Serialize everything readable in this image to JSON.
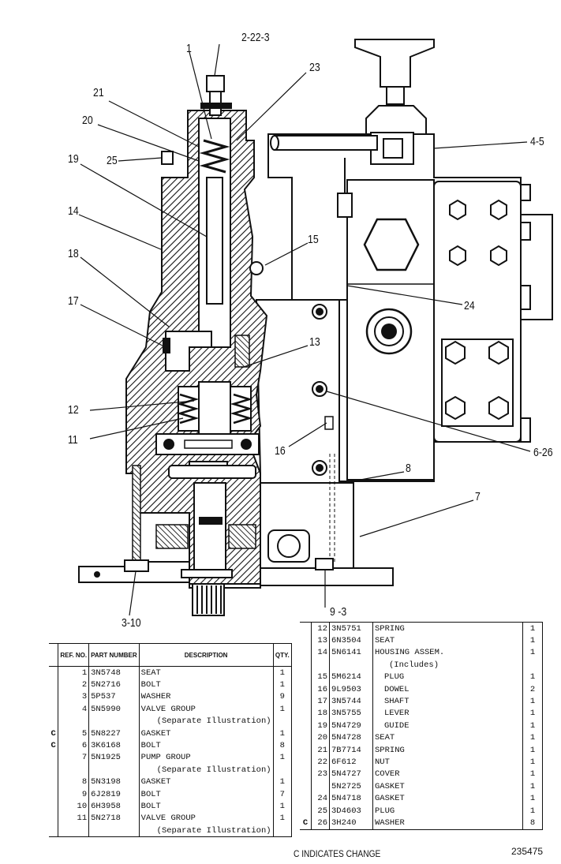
{
  "callouts": {
    "c_2_22_3": "2-22-3",
    "c_1": "1",
    "c_23": "23",
    "c_21": "21",
    "c_20": "20",
    "c_25": "25",
    "c_19": "19",
    "c_4_5": "4-5",
    "c_14": "14",
    "c_15": "15",
    "c_18": "18",
    "c_24": "24",
    "c_17": "17",
    "c_13": "13",
    "c_12": "12",
    "c_11": "11",
    "c_16": "16",
    "c_6_26": "6-26",
    "c_8": "8",
    "c_7": "7",
    "c_3_10": "3-10",
    "c_9_3": "9 -3"
  },
  "table_headers": {
    "ref_no": "REF. NO.",
    "part_number": "PART NUMBER",
    "description": "DESCRIPTION",
    "qty": "QTY."
  },
  "left_rows": [
    {
      "c": "",
      "ref": "1",
      "pn": "3N5748",
      "desc": "SEAT",
      "qty": "1",
      "style": ""
    },
    {
      "c": "",
      "ref": "2",
      "pn": "5N2716",
      "desc": "BOLT",
      "qty": "1",
      "style": ""
    },
    {
      "c": "",
      "ref": "3",
      "pn": "5P537",
      "desc": "WASHER",
      "qty": "9",
      "style": ""
    },
    {
      "c": "",
      "ref": "4",
      "pn": "5N5990",
      "desc": "VALVE GROUP",
      "qty": "1",
      "style": ""
    },
    {
      "c": "",
      "ref": "",
      "pn": "",
      "desc": "(Separate Illustration)",
      "qty": "",
      "style": "sub"
    },
    {
      "c": "C",
      "ref": "5",
      "pn": "5N8227",
      "desc": "GASKET",
      "qty": "1",
      "style": ""
    },
    {
      "c": "C",
      "ref": "6",
      "pn": "3K6168",
      "desc": "BOLT",
      "qty": "8",
      "style": ""
    },
    {
      "c": "",
      "ref": "7",
      "pn": "5N1925",
      "desc": "PUMP GROUP",
      "qty": "1",
      "style": ""
    },
    {
      "c": "",
      "ref": "",
      "pn": "",
      "desc": "(Separate Illustration)",
      "qty": "",
      "style": "sub"
    },
    {
      "c": "",
      "ref": "8",
      "pn": "5N3198",
      "desc": "GASKET",
      "qty": "1",
      "style": ""
    },
    {
      "c": "",
      "ref": "9",
      "pn": "6J2819",
      "desc": "BOLT",
      "qty": "7",
      "style": ""
    },
    {
      "c": "",
      "ref": "10",
      "pn": "6H3958",
      "desc": "BOLT",
      "qty": "1",
      "style": ""
    },
    {
      "c": "",
      "ref": "11",
      "pn": "5N2718",
      "desc": "VALVE GROUP",
      "qty": "1",
      "style": ""
    },
    {
      "c": "",
      "ref": "",
      "pn": "",
      "desc": "(Separate Illustration)",
      "qty": "",
      "style": "sub"
    }
  ],
  "right_rows": [
    {
      "c": "",
      "ref": "12",
      "pn": "3N5751",
      "desc": "SPRING",
      "qty": "1",
      "style": ""
    },
    {
      "c": "",
      "ref": "13",
      "pn": "6N3504",
      "desc": "SEAT",
      "qty": "1",
      "style": ""
    },
    {
      "c": "",
      "ref": "14",
      "pn": "5N6141",
      "desc": "HOUSING ASSEM.",
      "qty": "1",
      "style": ""
    },
    {
      "c": "",
      "ref": "",
      "pn": "",
      "desc": "(Includes)",
      "qty": "",
      "style": "inc"
    },
    {
      "c": "",
      "ref": "15",
      "pn": "5M6214",
      "desc": "PLUG",
      "qty": "1",
      "style": "ind"
    },
    {
      "c": "",
      "ref": "16",
      "pn": "9L9503",
      "desc": "DOWEL",
      "qty": "2",
      "style": "ind"
    },
    {
      "c": "",
      "ref": "17",
      "pn": "3N5744",
      "desc": "SHAFT",
      "qty": "1",
      "style": "ind"
    },
    {
      "c": "",
      "ref": "18",
      "pn": "3N5755",
      "desc": "LEVER",
      "qty": "1",
      "style": "ind"
    },
    {
      "c": "",
      "ref": "19",
      "pn": "5N4729",
      "desc": "GUIDE",
      "qty": "1",
      "style": "ind"
    },
    {
      "c": "",
      "ref": "20",
      "pn": "5N4728",
      "desc": "SEAT",
      "qty": "1",
      "style": ""
    },
    {
      "c": "",
      "ref": "21",
      "pn": "7B7714",
      "desc": "SPRING",
      "qty": "1",
      "style": ""
    },
    {
      "c": "",
      "ref": "22",
      "pn": "6F612",
      "desc": "NUT",
      "qty": "1",
      "style": ""
    },
    {
      "c": "",
      "ref": "23",
      "pn": "5N4727",
      "desc": "COVER",
      "qty": "1",
      "style": ""
    },
    {
      "c": "",
      "ref": "",
      "pn": "5N2725",
      "desc": "GASKET",
      "qty": "1",
      "style": ""
    },
    {
      "c": "",
      "ref": "24",
      "pn": "5N4718",
      "desc": "GASKET",
      "qty": "1",
      "style": ""
    },
    {
      "c": "",
      "ref": "25",
      "pn": "3D4603",
      "desc": "PLUG",
      "qty": "1",
      "style": ""
    },
    {
      "c": "C",
      "ref": "26",
      "pn": "3H240",
      "desc": "WASHER",
      "qty": "8",
      "style": ""
    }
  ],
  "footer": {
    "change_note": "C INDICATES CHANGE",
    "figure_number": "235475"
  }
}
